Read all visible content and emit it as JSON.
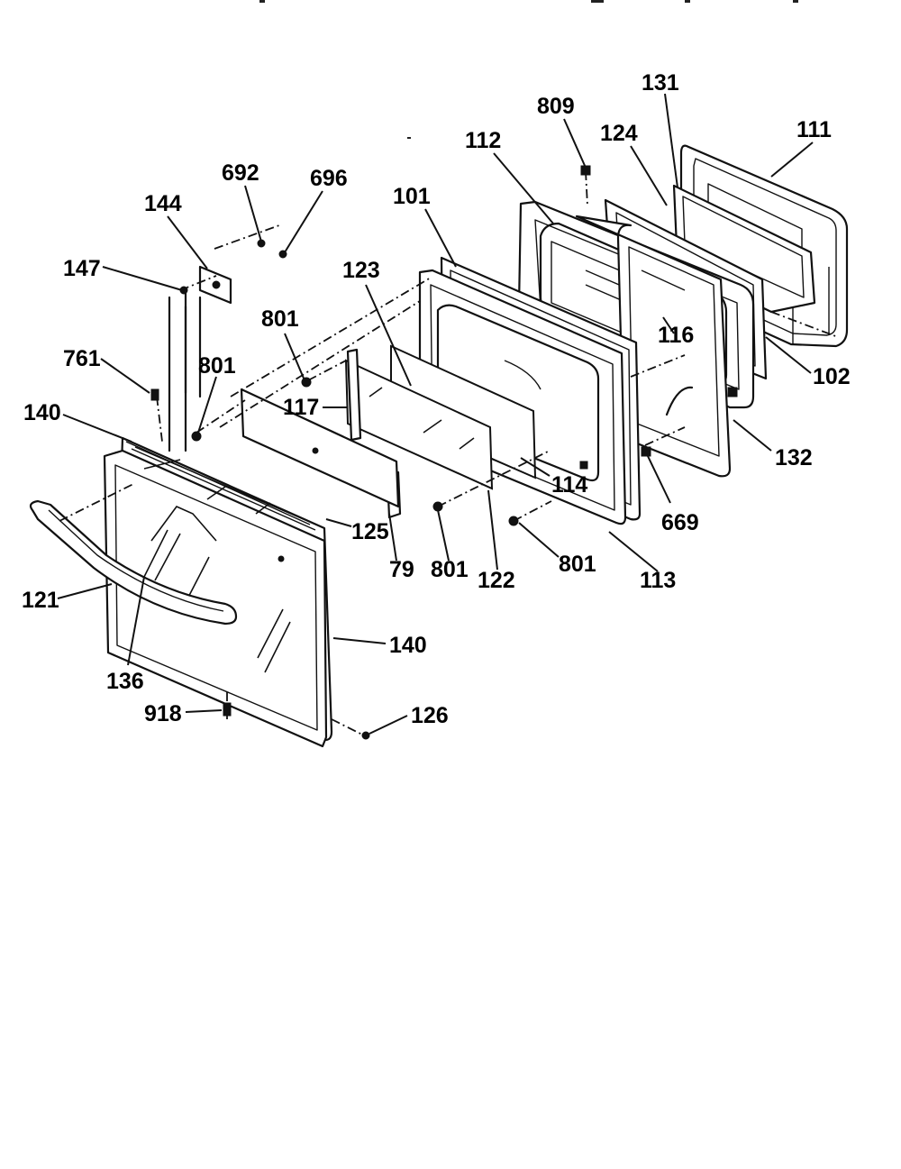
{
  "callouts": [
    {
      "id": "c-809",
      "label": "809"
    },
    {
      "id": "c-131",
      "label": "131"
    },
    {
      "id": "c-111",
      "label": "111"
    },
    {
      "id": "c-124",
      "label": "124"
    },
    {
      "id": "c-112",
      "label": "112"
    },
    {
      "id": "c-692",
      "label": "692"
    },
    {
      "id": "c-696",
      "label": "696"
    },
    {
      "id": "c-144",
      "label": "144"
    },
    {
      "id": "c-101",
      "label": "101"
    },
    {
      "id": "c-147",
      "label": "147"
    },
    {
      "id": "c-123",
      "label": "123"
    },
    {
      "id": "c-801a",
      "label": "801"
    },
    {
      "id": "c-761",
      "label": "761"
    },
    {
      "id": "c-801b",
      "label": "801"
    },
    {
      "id": "c-116",
      "label": "116"
    },
    {
      "id": "c-102",
      "label": "102"
    },
    {
      "id": "c-117",
      "label": "117"
    },
    {
      "id": "c-140a",
      "label": "140"
    },
    {
      "id": "c-132",
      "label": "132"
    },
    {
      "id": "c-114",
      "label": "114"
    },
    {
      "id": "c-669",
      "label": "669"
    },
    {
      "id": "c-125",
      "label": "125"
    },
    {
      "id": "c-79",
      "label": "79"
    },
    {
      "id": "c-801c",
      "label": "801"
    },
    {
      "id": "c-801d",
      "label": "801"
    },
    {
      "id": "c-122",
      "label": "122"
    },
    {
      "id": "c-113",
      "label": "113"
    },
    {
      "id": "c-121",
      "label": "121"
    },
    {
      "id": "c-140b",
      "label": "140"
    },
    {
      "id": "c-136",
      "label": "136"
    },
    {
      "id": "c-918",
      "label": "918"
    },
    {
      "id": "c-126",
      "label": "126"
    }
  ]
}
